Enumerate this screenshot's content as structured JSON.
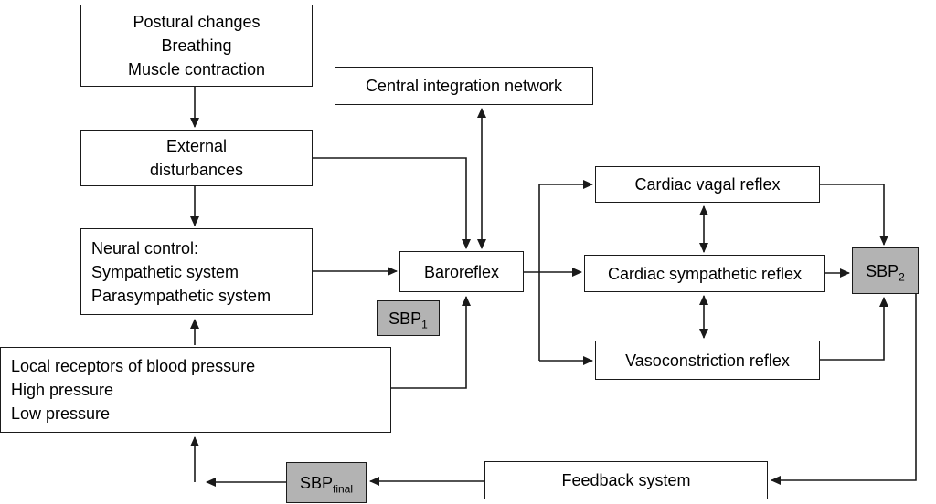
{
  "diagram": {
    "boxes": {
      "postural": {
        "lines": [
          "Postural changes",
          "Breathing",
          "Muscle contraction"
        ]
      },
      "central": {
        "label": "Central integration network"
      },
      "external": {
        "lines": [
          "External",
          "disturbances"
        ]
      },
      "neural": {
        "lines": [
          "Neural control:",
          "Sympathetic system",
          "Parasympathetic system"
        ]
      },
      "baroreflex": {
        "label": "Baroreflex"
      },
      "sbp1": {
        "label": "SBP",
        "sub": "1"
      },
      "cardiac_vagal": {
        "label": "Cardiac vagal reflex"
      },
      "cardiac_sympathetic": {
        "label": "Cardiac sympathetic reflex"
      },
      "vasoconstriction": {
        "label": "Vasoconstriction reflex"
      },
      "sbp2": {
        "label": "SBP",
        "sub": "2"
      },
      "local_receptors": {
        "lines": [
          "Local receptors of blood pressure",
          "High pressure",
          "Low pressure"
        ]
      },
      "sbp_final": {
        "label": "SBP",
        "sub": "final"
      },
      "feedback": {
        "label": "Feedback system"
      }
    },
    "colors": {
      "background": "#ffffff",
      "box_fill": "#ffffff",
      "box_border": "#1a1a1a",
      "highlight_fill": "#b3b3b3",
      "arrow": "#1a1a1a"
    }
  }
}
